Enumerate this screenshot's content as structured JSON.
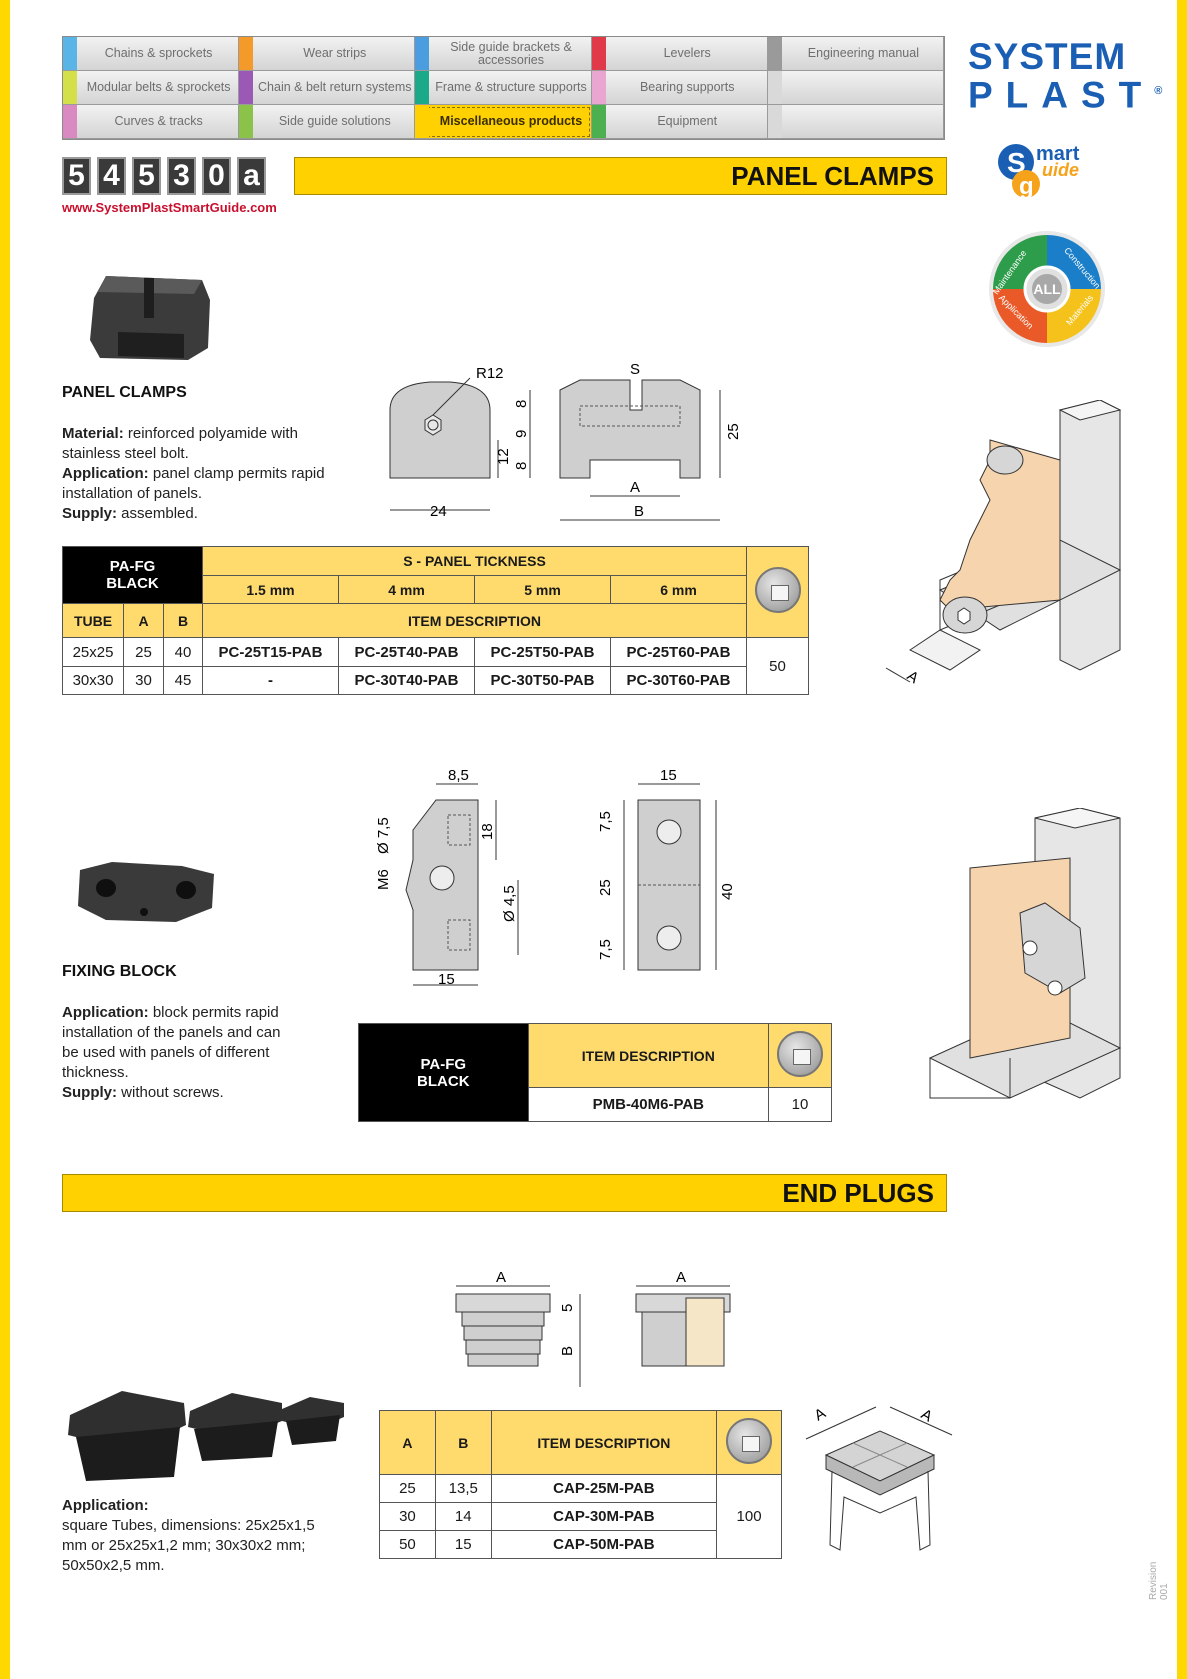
{
  "nav": [
    {
      "label": "Chains & sprockets",
      "color": "#5ab4e5",
      "active": false
    },
    {
      "label": "Wear strips",
      "color": "#f39a2b",
      "active": false
    },
    {
      "label": "Side guide brackets & accessories",
      "color": "#4a9ee0",
      "active": false
    },
    {
      "label": "Levelers",
      "color": "#e03a4a",
      "active": false
    },
    {
      "label": "Engineering manual",
      "color": "#9a9a9a",
      "active": false
    },
    {
      "label": "Modular belts & sprockets",
      "color": "#d4e04a",
      "active": false
    },
    {
      "label": "Chain & belt return systems",
      "color": "#9b59b6",
      "active": false
    },
    {
      "label": "Frame & structure supports",
      "color": "#1aaa8a",
      "active": false
    },
    {
      "label": "Bearing supports",
      "color": "#e8a6d0",
      "active": false
    },
    {
      "label": "",
      "color": "#d9d9d9",
      "active": false
    },
    {
      "label": "Curves & tracks",
      "color": "#d98ac0",
      "active": false
    },
    {
      "label": "Side guide solutions",
      "color": "#8bc34a",
      "active": false
    },
    {
      "label": "Miscellaneous products",
      "color": "#ffd100",
      "active": true
    },
    {
      "label": "Equipment",
      "color": "#4caf50",
      "active": false
    },
    {
      "label": "",
      "color": "#d9d9d9",
      "active": false
    }
  ],
  "logo": {
    "line1": "SYSTEM",
    "line2": "PLAST",
    "reg": "®"
  },
  "smart": {
    "word1": "mart",
    "word2": "uide"
  },
  "wheel": {
    "center": "ALL",
    "segments": [
      "Maintenance",
      "Construction",
      "Materials",
      "Application"
    ]
  },
  "page_code": [
    "5",
    "4",
    "5",
    "3",
    "0",
    "a"
  ],
  "url": "www.SystemPlastSmartGuide.com",
  "panel_clamps": {
    "bar_title": "PANEL CLAMPS",
    "heading": "PANEL CLAMPS",
    "material_label": "Material:",
    "material_text": " reinforced polyamide with stainless steel bolt.",
    "application_label": "Application:",
    "application_text": " panel clamp permits rapid installation of panels.",
    "supply_label": "Supply:",
    "supply_text": " assembled.",
    "dims": {
      "r12": "R12",
      "s": "S",
      "d8a": "8",
      "d9": "9",
      "d8b": "8",
      "d12": "12",
      "d24": "24",
      "d25": "25",
      "a": "A",
      "b": "B"
    },
    "table": {
      "material": "PA-FG",
      "color": "BLACK",
      "s_header": "S - PANEL TICKNESS",
      "thicknesses": [
        "1.5 mm",
        "4 mm",
        "5 mm",
        "6 mm"
      ],
      "col_tube": "TUBE",
      "col_a": "A",
      "col_b": "B",
      "item_desc": "ITEM DESCRIPTION",
      "rows": [
        {
          "tube": "25x25",
          "a": "25",
          "b": "40",
          "items": [
            "PC-25T15-PAB",
            "PC-25T40-PAB",
            "PC-25T50-PAB",
            "PC-25T60-PAB"
          ]
        },
        {
          "tube": "30x30",
          "a": "30",
          "b": "45",
          "items": [
            "-",
            "PC-30T40-PAB",
            "PC-30T50-PAB",
            "PC-30T60-PAB"
          ]
        }
      ],
      "pack_qty": "50"
    },
    "iso_label": "A"
  },
  "fixing_block": {
    "heading": "FIXING BLOCK",
    "application_label": "Application:",
    "application_text": " block permits rapid installation of the panels and can be used with panels of different thickness.",
    "supply_label": "Supply:",
    "supply_text": " without screws.",
    "dims": {
      "d85": "8,5",
      "d75a": "Ø 7,5",
      "m6": "M6",
      "d18": "18",
      "d45": "Ø 4,5",
      "d15a": "15",
      "d15b": "15",
      "d75b": "7,5",
      "d25": "25",
      "d75c": "7,5",
      "d40": "40"
    },
    "table": {
      "material": "PA-FG",
      "color": "BLACK",
      "item_desc": "ITEM DESCRIPTION",
      "item": "PMB-40M6-PAB",
      "pack_qty": "10"
    }
  },
  "end_plugs": {
    "bar_title": "END PLUGS",
    "application_label": "Application:",
    "application_text": "square Tubes, dimensions: 25x25x1,5 mm or 25x25x1,2 mm; 30x30x2 mm; 50x50x2,5 mm.",
    "dims": {
      "a1": "A",
      "a2": "A",
      "d5": "5",
      "b": "B",
      "a3": "A",
      "a4": "A"
    },
    "table": {
      "col_a": "A",
      "col_b": "B",
      "item_desc": "ITEM DESCRIPTION",
      "rows": [
        {
          "a": "25",
          "b": "13,5",
          "item": "CAP-25M-PAB"
        },
        {
          "a": "30",
          "b": "14",
          "item": "CAP-30M-PAB"
        },
        {
          "a": "50",
          "b": "15",
          "item": "CAP-50M-PAB"
        }
      ],
      "pack_qty": "100"
    }
  },
  "revision": "Revision 001"
}
